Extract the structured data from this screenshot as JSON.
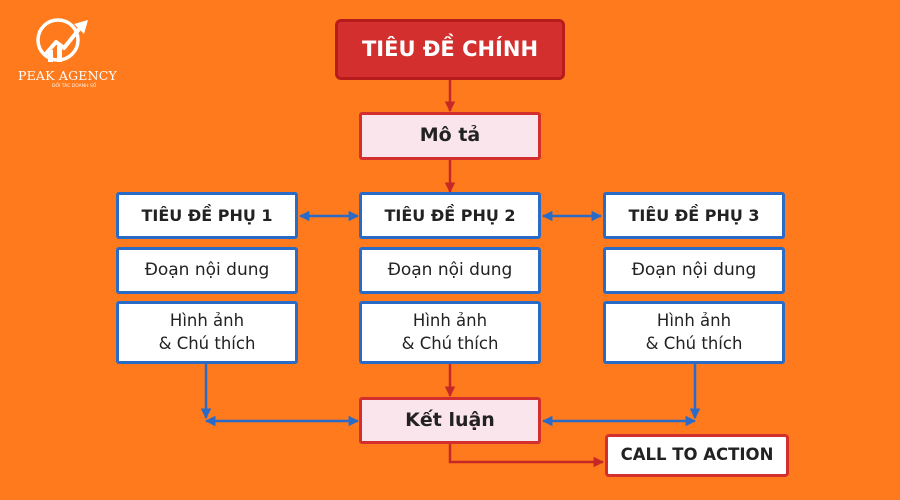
{
  "logo": {
    "name": "PEAK AGENCY",
    "tagline": "ĐỐI TÁC DOANH SỐ"
  },
  "main_title": "TIÊU ĐỀ CHÍNH",
  "description": "Mô tả",
  "columns": [
    {
      "subtitle": "TIÊU ĐỀ PHỤ 1",
      "paragraph": "Đoạn nội dung",
      "image_line1": "Hình ảnh",
      "image_line2": "& Chú thích"
    },
    {
      "subtitle": "TIÊU ĐỀ PHỤ 2",
      "paragraph": "Đoạn nội dung",
      "image_line1": "Hình ảnh",
      "image_line2": "& Chú thích"
    },
    {
      "subtitle": "TIÊU ĐỀ PHỤ 3",
      "paragraph": "Đoạn nội dung",
      "image_line1": "Hình ảnh",
      "image_line2": "& Chú thích"
    }
  ],
  "conclusion": "Kết luận",
  "call_to_action": "CALL TO ACTION",
  "colors": {
    "background": "#FF7A1C",
    "title_fill": "#D32F2F",
    "pink_fill": "#FBE5EC",
    "red_border": "#D32F2F",
    "blue_border": "#2A6BC7",
    "red_arrow": "#C62828",
    "blue_arrow": "#2A6BC7"
  }
}
